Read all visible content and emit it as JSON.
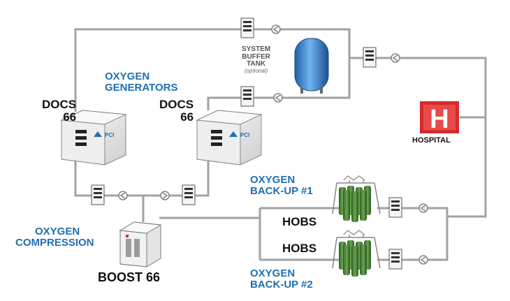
{
  "labels": {
    "oxygen_generators": [
      "OXYGEN",
      "GENERATORS"
    ],
    "docs_left": [
      "DOCS",
      "66"
    ],
    "docs_right": [
      "DOCS",
      "66"
    ],
    "system_buffer_tank": [
      "SYSTEM",
      "BUFFER",
      "TANK"
    ],
    "optional": "(optional)",
    "hospital": "HOSPITAL",
    "hospital_letter": "H",
    "oxygen_backup_1": [
      "OXYGEN",
      "BACK-UP #1"
    ],
    "oxygen_backup_2": [
      "OXYGEN",
      "BACK-UP #2"
    ],
    "hobs_1": "HOBS",
    "hobs_2": "HOBS",
    "oxygen_compression": [
      "OXYGEN",
      "COMPRESSION"
    ],
    "boost": "BOOST 66",
    "generator_brand": "PCI"
  },
  "colors": {
    "label_blue": "#1f6fb2",
    "pipe": "#9a9a9a",
    "tank": "#3a8fdc",
    "hospital_red": "#d42b2b",
    "cylinder_green": "#4f8a3a"
  }
}
